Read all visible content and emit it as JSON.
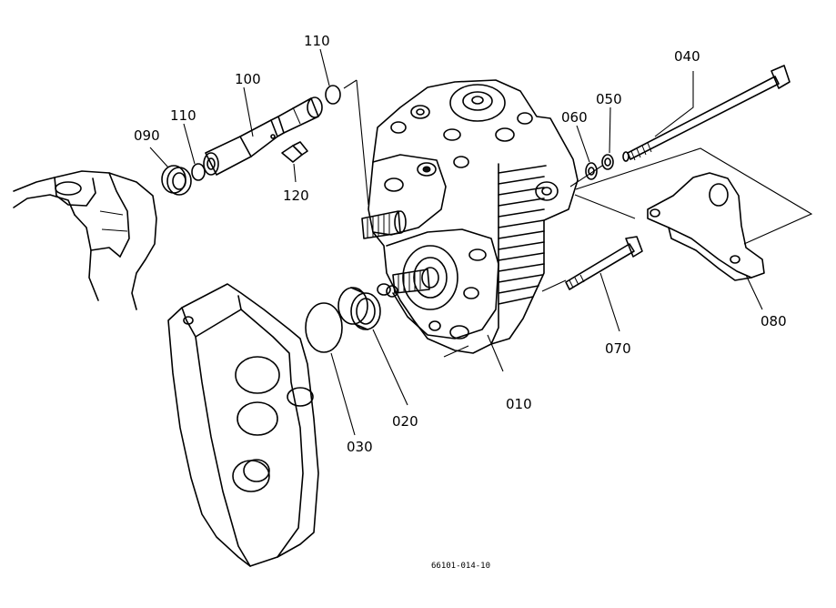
{
  "diagram": {
    "callouts": {
      "c010": "010",
      "c020": "020",
      "c030": "030",
      "c040": "040",
      "c050": "050",
      "c060": "060",
      "c070": "070",
      "c080": "080",
      "c090": "090",
      "c100": "100",
      "c110a": "110",
      "c110b": "110",
      "c120": "120"
    },
    "drawing_number": "66101-014-10"
  }
}
